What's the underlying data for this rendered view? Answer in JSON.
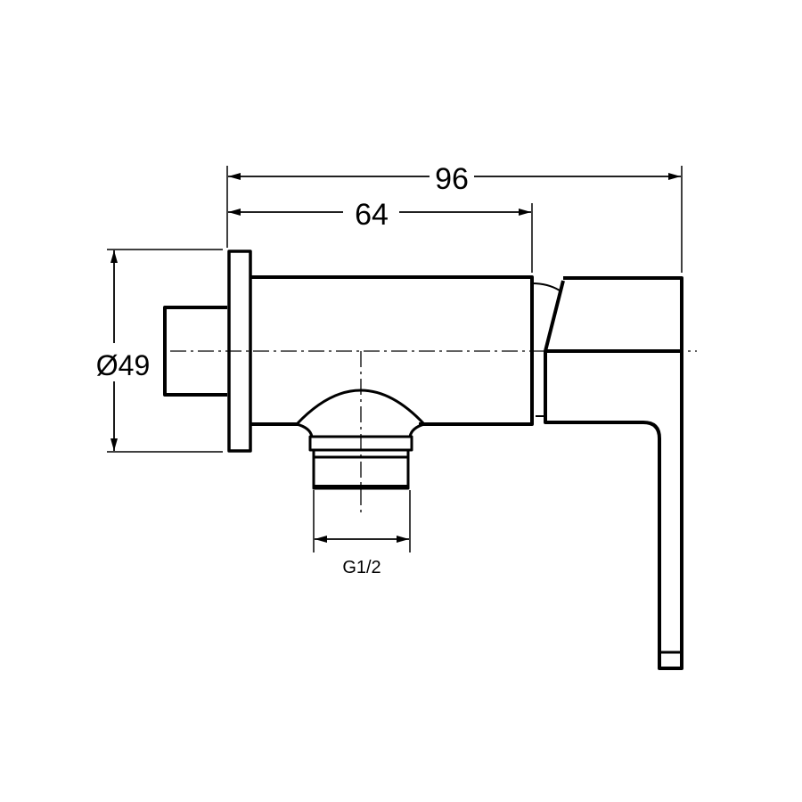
{
  "drawing": {
    "dimensions": {
      "overall_length": "96",
      "body_length": "64",
      "flange_diameter": "Ø49",
      "outlet_thread": "G1/2"
    },
    "colors": {
      "line": "#000000",
      "background": "#ffffff"
    }
  }
}
